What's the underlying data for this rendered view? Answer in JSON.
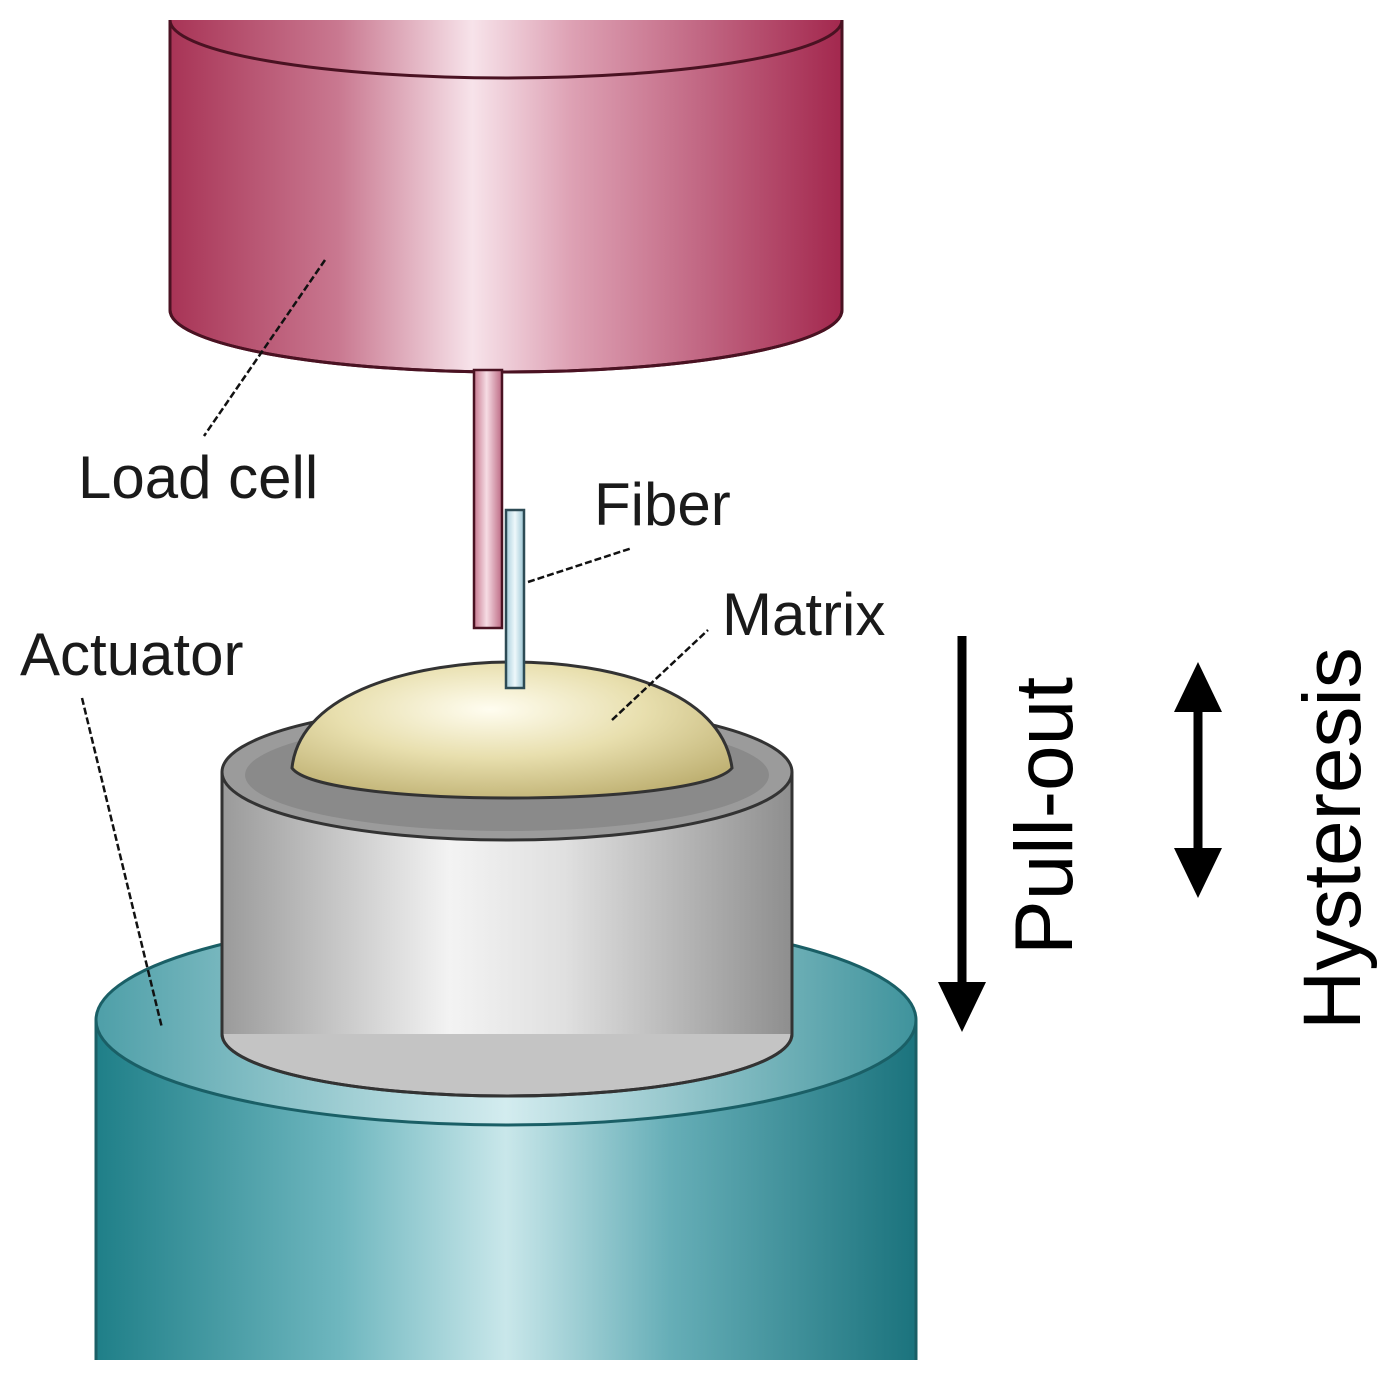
{
  "labels": {
    "load_cell": "Load cell",
    "fiber": "Fiber",
    "matrix": "Matrix",
    "actuator": "Actuator",
    "pull_out": "Pull-out",
    "hysteresis": "Hysteresis"
  },
  "colors": {
    "load_cell": "#b3405e",
    "actuator": "#2f8f98",
    "holder": "#bdbdbd",
    "matrix": "#e2d8a0",
    "fiber": "#cfe6ee",
    "rod": "#d48fa2"
  }
}
